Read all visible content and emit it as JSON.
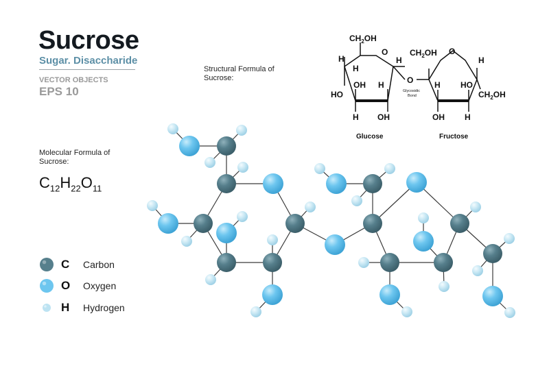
{
  "header": {
    "title": "Sucrose",
    "subtitle": "Sugar. Disaccharide",
    "vector_label": "VECTOR OBJECTS",
    "eps_label": "EPS 10"
  },
  "structural": {
    "label_line1": "Structural  Formula of",
    "label_line2": "Sucrose:",
    "ch2oh_top_glucose": "CH2OH",
    "ch2oh_fructose_top": "CH2OH",
    "ch2oh_fructose_right": "CH2OH",
    "glycosidic_label_1": "Glycosidic",
    "glycosidic_label_2": "Bond",
    "glucose_label": "Glucose",
    "fructose_label": "Fructose"
  },
  "molecular": {
    "label_line1": "Molecular Formula of",
    "label_line2": "Sucrose:",
    "formula": [
      {
        "el": "C",
        "n": "12"
      },
      {
        "el": "H",
        "n": "22"
      },
      {
        "el": "O",
        "n": "11"
      }
    ]
  },
  "legend": [
    {
      "symbol": "C",
      "name": "Carbon",
      "color": "#567f8c"
    },
    {
      "symbol": "O",
      "name": "Oxygen",
      "color": "#6dc6ef"
    },
    {
      "symbol": "H",
      "name": "Hydrogen",
      "color": "#bde3f2"
    }
  ],
  "colors": {
    "carbon": "#567f8c",
    "oxygen": "#6dc6ef",
    "hydrogen": "#bde3f2",
    "bond": "#3a3a3a",
    "accent": "#5c8fa6"
  }
}
